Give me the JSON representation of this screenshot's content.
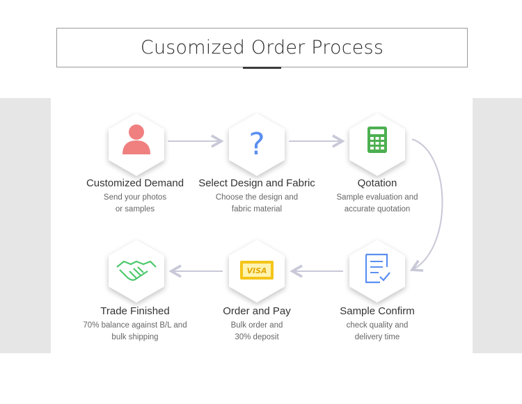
{
  "title": "Cusomized Order Process",
  "steps": [
    {
      "title": "Customized Demand",
      "desc1": "Send your photos",
      "desc2": "or samples",
      "icon": "person-icon"
    },
    {
      "title": "Select Design and Fabric",
      "desc1": "Choose the design and",
      "desc2": "fabric material",
      "icon": "question-icon"
    },
    {
      "title": "Qotation",
      "desc1": "Sample evaluation and",
      "desc2": "accurate quotation",
      "icon": "calculator-icon"
    },
    {
      "title": "Sample Confirm",
      "desc1": "check quality and",
      "desc2": "delivery time",
      "icon": "document-check-icon"
    },
    {
      "title": "Order and Pay",
      "desc1": "Bulk order and",
      "desc2": "30% deposit",
      "icon": "visa-card-icon"
    },
    {
      "title": "Trade Finished",
      "desc1": "70% balance against B/L and",
      "desc2": "bulk shipping",
      "icon": "handshake-icon"
    }
  ],
  "visa_label": "VISA",
  "colors": {
    "person": "#f08080",
    "question": "#5b8ff0",
    "calculator": "#4caf50",
    "document": "#5b8ff0",
    "visa": "#f5c518",
    "handshake": "#4cc86a",
    "arrow": "#c8c8d8"
  }
}
